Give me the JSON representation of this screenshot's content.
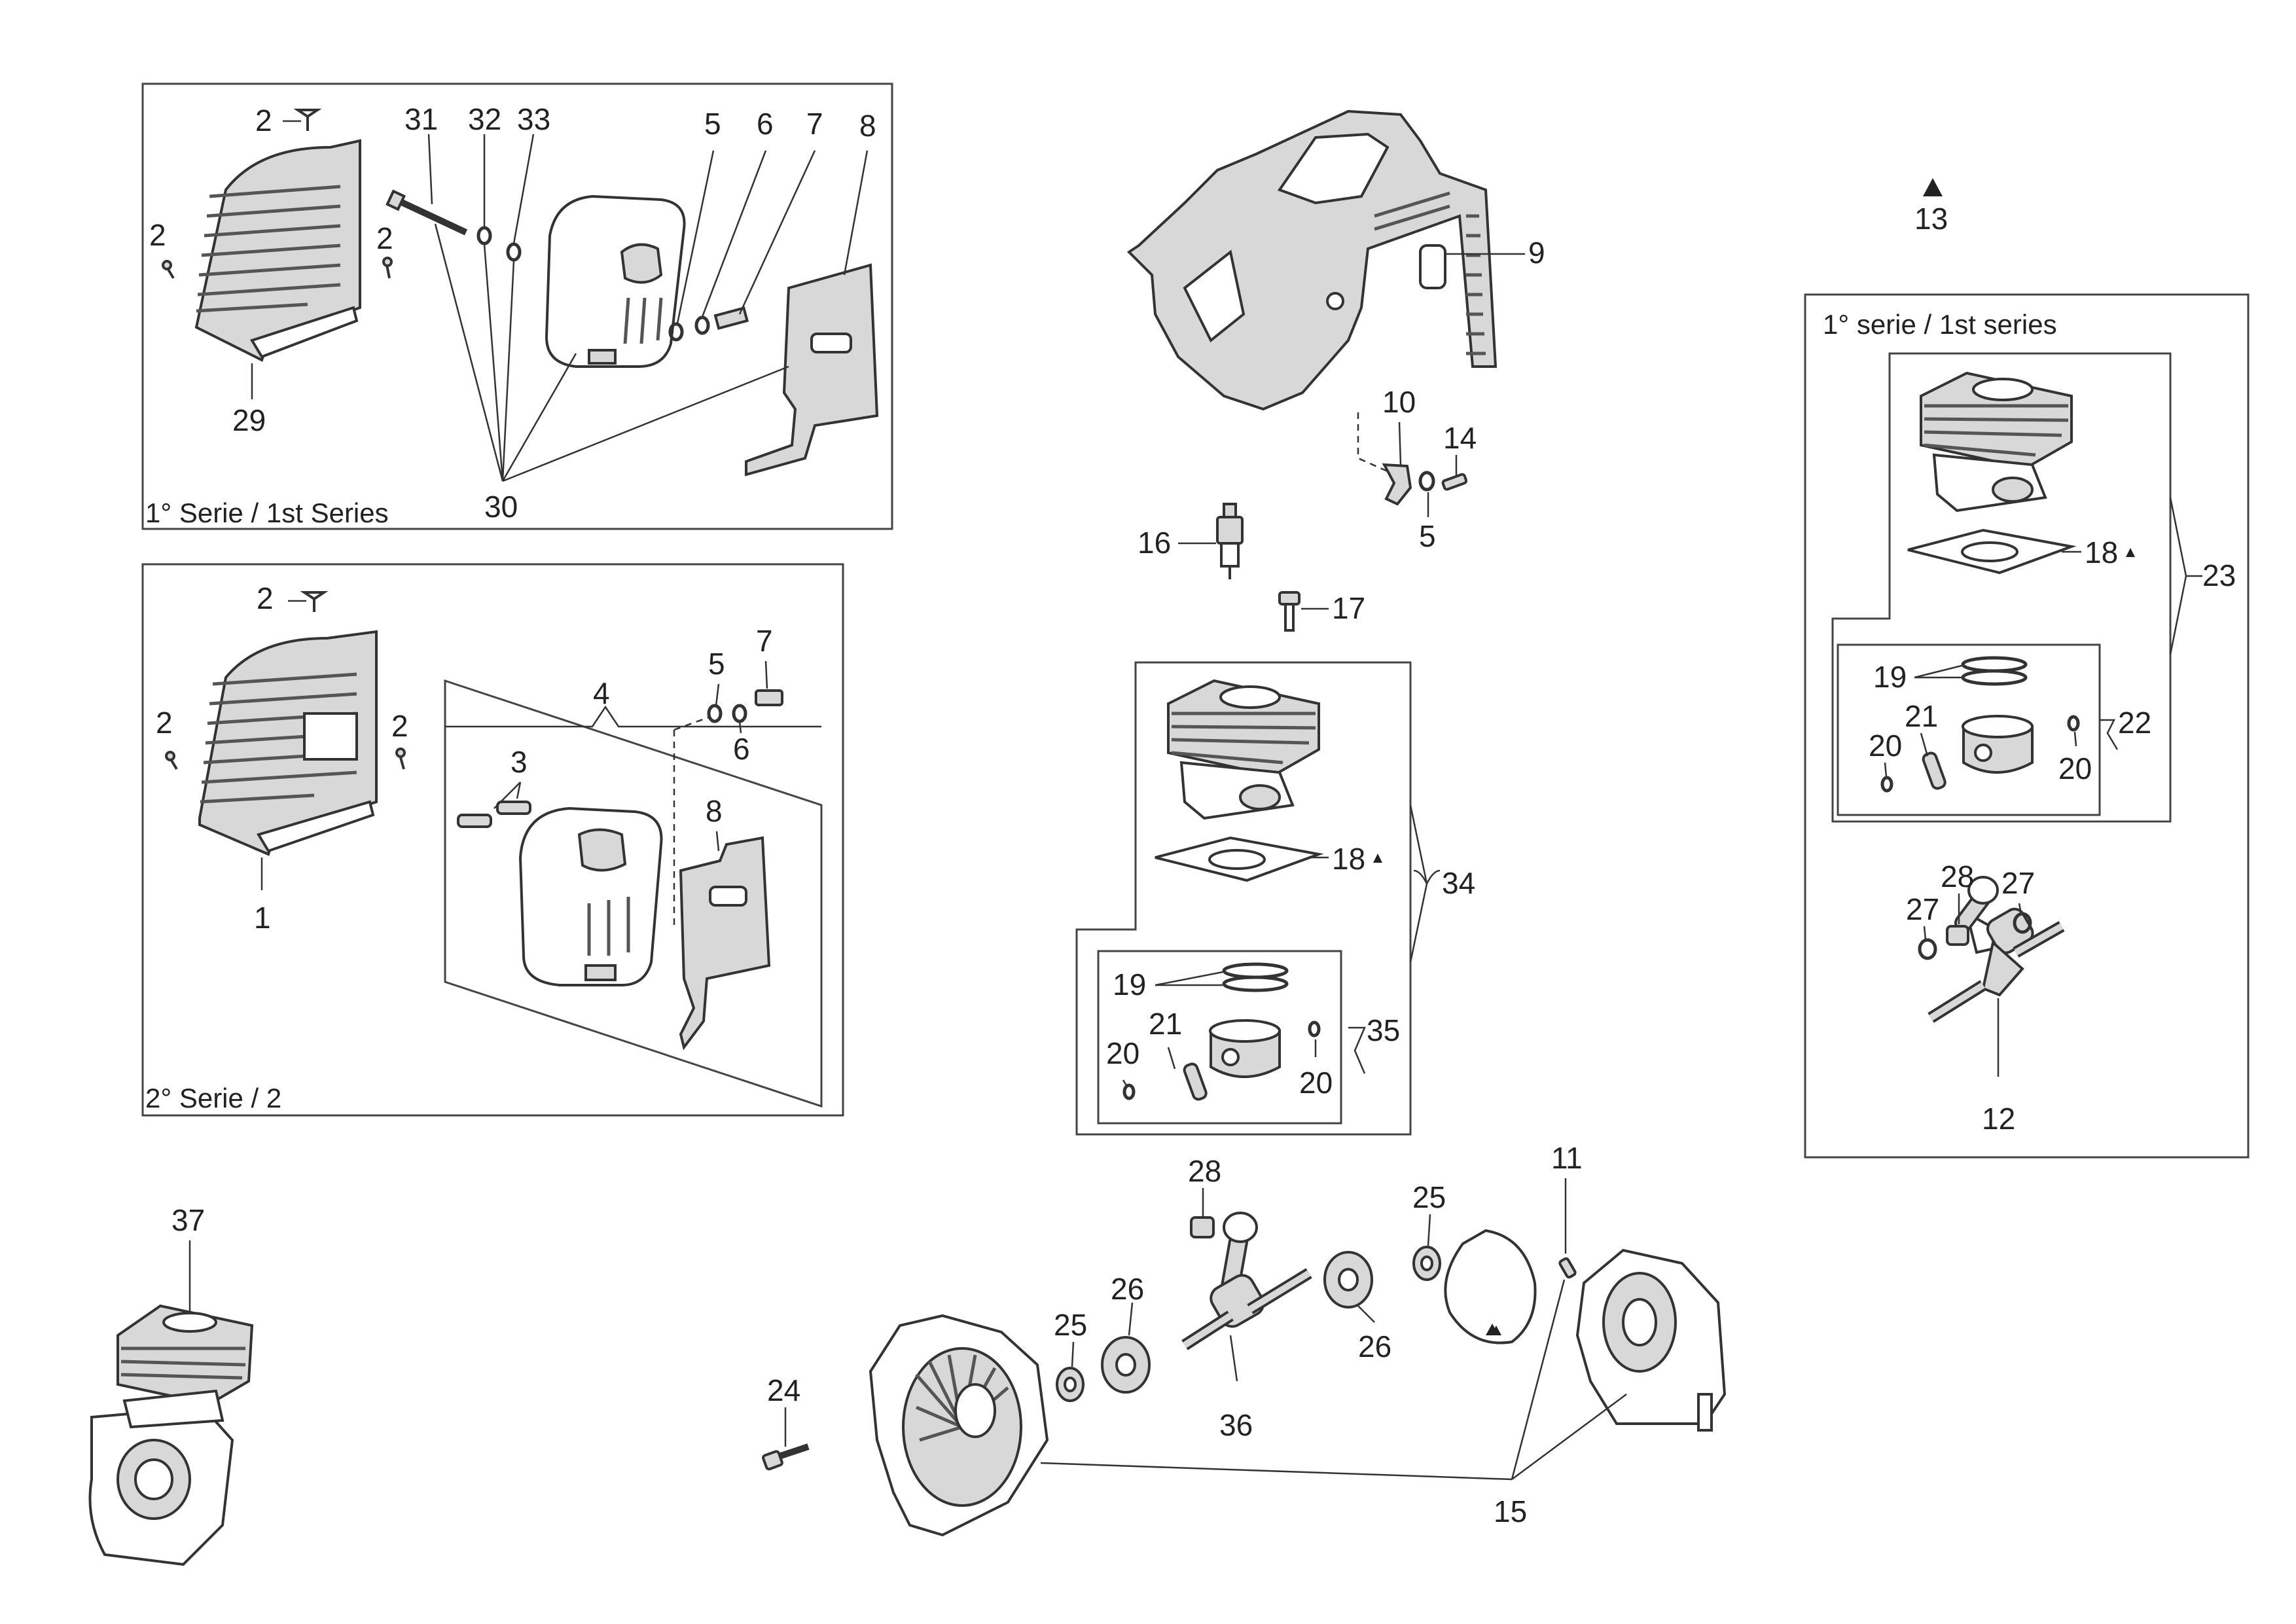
{
  "colors": {
    "line": "#333333",
    "fill": "#d8d8d8",
    "text": "#222222"
  },
  "captions": {
    "series1_left": "1° Serie / 1st Series",
    "series2_left": "2° Serie / 2",
    "series1_right": "1° serie / 1st series"
  },
  "callouts": {
    "n1": "1",
    "n2": "2",
    "n3": "3",
    "n4": "4",
    "n5": "5",
    "n6": "6",
    "n7": "7",
    "n8": "8",
    "n9": "9",
    "n10": "10",
    "n11": "11",
    "n12": "12",
    "n13": "13",
    "n14": "14",
    "n15": "15",
    "n16": "16",
    "n17": "17",
    "n18": "18",
    "n19": "19",
    "n20": "20",
    "n21": "21",
    "n22": "22",
    "n23": "23",
    "n24": "24",
    "n25": "25",
    "n26": "26",
    "n27": "27",
    "n28": "28",
    "n29": "29",
    "n30": "30",
    "n31": "31",
    "n32": "32",
    "n33": "33",
    "n34": "34",
    "n35": "35",
    "n36": "36",
    "n37": "37"
  }
}
